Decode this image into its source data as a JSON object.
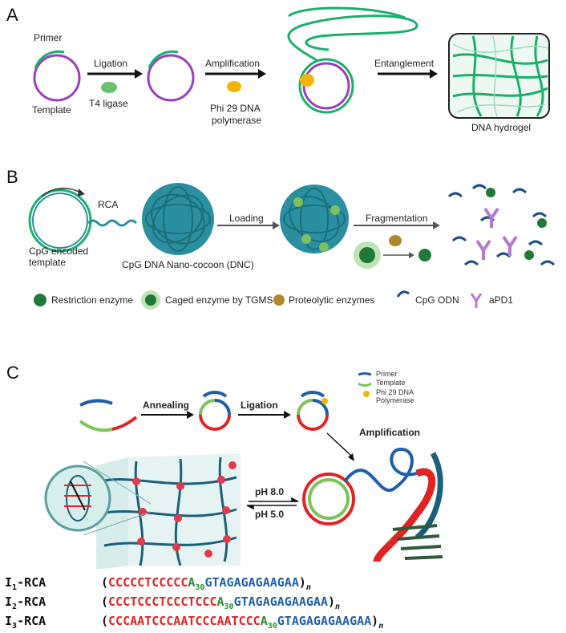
{
  "panelA": {
    "letter": "A",
    "primer": "Primer",
    "template": "Template",
    "ligation": "Ligation",
    "t4": "T4 ligase",
    "amplification": "Amplification",
    "phi1": "Phi 29 DNA",
    "phi2": "polymerase",
    "entanglement": "Entanglement",
    "hydrogel": "DNA hydrogel"
  },
  "panelB": {
    "letter": "B",
    "rca": "RCA",
    "cpg1": "CpG encoded",
    "cpg2": "template",
    "dnc": "CpG DNA Nano-cocoon (DNC)",
    "loading": "Loading",
    "fragmentation": "Fragmentation",
    "legend": {
      "restriction": "Restriction enzyme",
      "caged": "Caged enzyme by TGMS",
      "proteolytic": "Proteolytic enzymes",
      "cpg_odn": "CpG ODN",
      "apd1": "aPD1"
    }
  },
  "panelC": {
    "letter": "C",
    "annealing": "Annealing",
    "ligation": "Ligation",
    "amplification": "Amplification",
    "legend_primer": "Primer",
    "legend_template": "Template",
    "legend_phi1": "Phi 29 DNA",
    "legend_phi2": "Polymerase",
    "ph_high": "pH 8.0",
    "ph_low": "pH 5.0"
  },
  "sequences": [
    {
      "name_pre": "I",
      "name_sub": "1",
      "name_post": "-RCA",
      "red": "CCCCCTCCCCC",
      "green": "A",
      "green_sub": "30",
      "blue": "GTAGAGAGAAGAA",
      "tail": "n"
    },
    {
      "name_pre": "I",
      "name_sub": "2",
      "name_post": "-RCA",
      "red": "CCCTCCCTCCCTCCC",
      "green": "A",
      "green_sub": "30",
      "blue": "GTAGAGAGAAGAA",
      "tail": "n"
    },
    {
      "name_pre": "I",
      "name_sub": "3",
      "name_post": "-RCA",
      "red": "CCCAATCCCAATCCCAATCCC",
      "green": "A",
      "green_sub": "30",
      "blue": "GTAGAGAGAAGAA",
      "tail": "n"
    }
  ],
  "colors": {
    "green_strand": "#19b06a",
    "purple_template": "#9b3fbf",
    "teal_ball": "#2a8fa0",
    "red": "#e02424",
    "blue": "#1f5fa8"
  }
}
